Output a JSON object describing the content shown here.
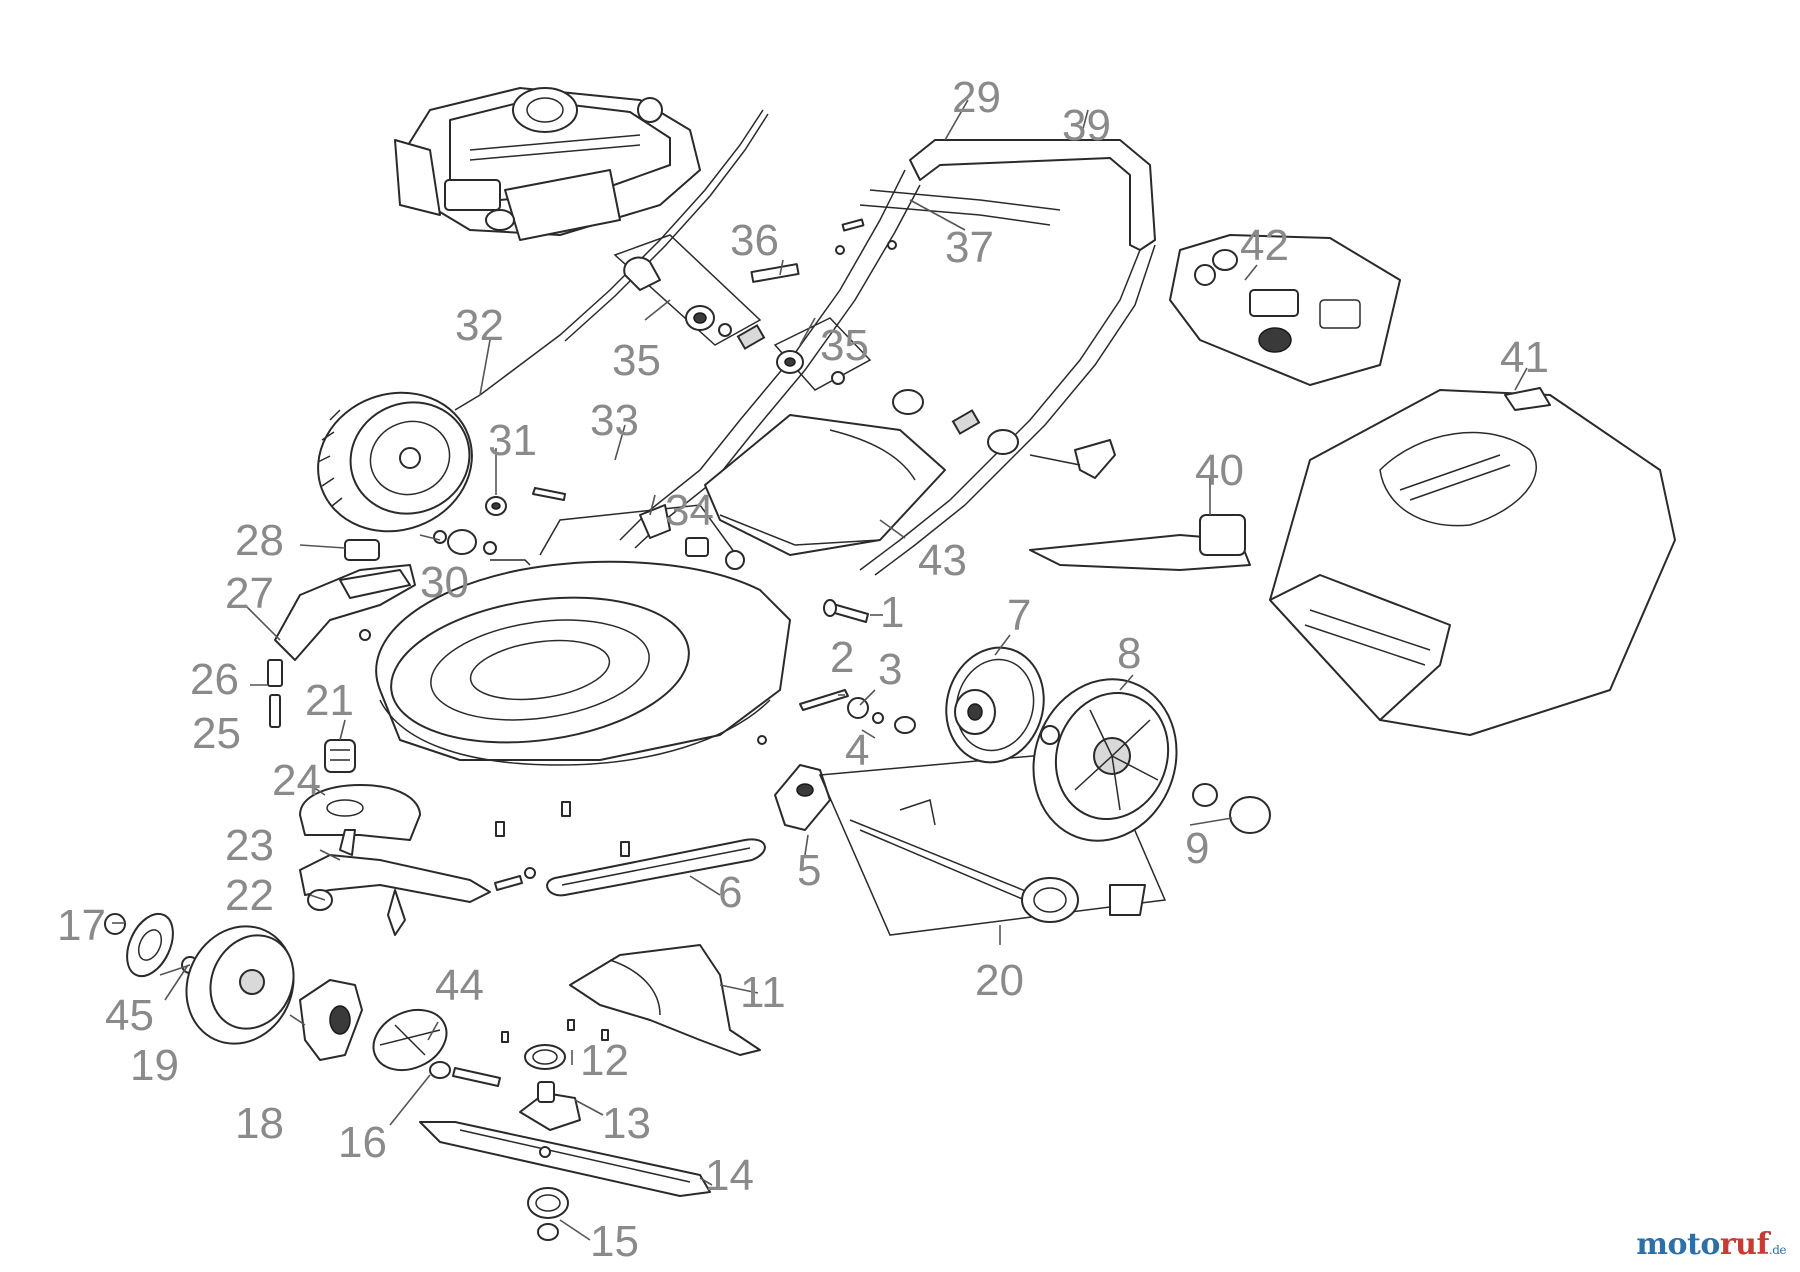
{
  "labels": {
    "p1": "1",
    "p2": "2",
    "p3": "3",
    "p4": "4",
    "p5": "5",
    "p6": "6",
    "p7": "7",
    "p8": "8",
    "p9": "9",
    "p11": "11",
    "p12": "12",
    "p13": "13",
    "p14": "14",
    "p15": "15",
    "p16": "16",
    "p17": "17",
    "p18": "18",
    "p19": "19",
    "p20": "20",
    "p21": "21",
    "p22": "22",
    "p23": "23",
    "p24": "24",
    "p25": "25",
    "p26": "26",
    "p27": "27",
    "p28": "28",
    "p29": "29",
    "p30": "30",
    "p31": "31",
    "p32": "32",
    "p33": "33",
    "p34": "34",
    "p35a": "35",
    "p35b": "35",
    "p36": "36",
    "p37": "37",
    "p39": "39",
    "p40": "40",
    "p41": "41",
    "p42": "42",
    "p43": "43",
    "p44": "44",
    "p45": "45"
  },
  "watermark": {
    "brand_part1": "moto",
    "brand_part2": "ruf",
    "brand_suffix": ".de"
  },
  "colors": {
    "callout": "#8a8a8a",
    "line": "#2a2a2a",
    "brand_blue": "#2f6fa8",
    "brand_red": "#c83a32"
  }
}
